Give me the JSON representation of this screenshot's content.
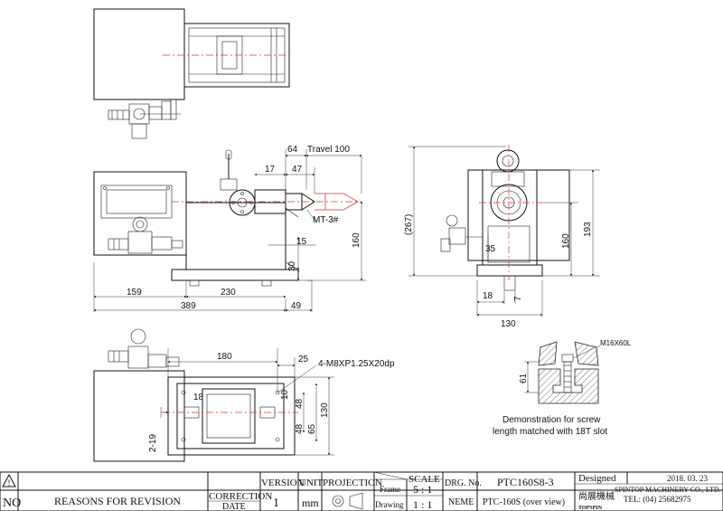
{
  "top_view": {},
  "side_view": {
    "dims": {
      "d64": "64",
      "travel": "Travel 100",
      "d17": "17",
      "d47": "47",
      "d15": "15",
      "d30": "30",
      "d159": "159",
      "d230": "230",
      "d389": "389",
      "d49": "49",
      "d160": "160"
    },
    "taper_label": "MT-3#"
  },
  "end_view": {
    "dims": {
      "d267": "(267)",
      "d160": "160",
      "d193": "193",
      "d18": "18",
      "d7": "7",
      "d130": "130",
      "d35": "35"
    }
  },
  "plan_view": {
    "dims": {
      "d180": "180",
      "d25": "25",
      "d18": "18",
      "d10": "10",
      "d48a": "48",
      "d48b": "48",
      "d65": "65",
      "d130": "130",
      "d2_19": "2-19"
    },
    "hole_label": "4-M8XP1.25X20dp"
  },
  "detail_view": {
    "screw_label": "M16X60L",
    "d61": "61",
    "caption_line1": "Demonstration for screw",
    "caption_line2": "length matched with 18T slot"
  },
  "title_block": {
    "no_label": "NO",
    "reasons_label": "REASONS FOR REVISION",
    "correction_label": "CORRECTION",
    "date_label": "DATE",
    "version_header": "VERSION",
    "version_value": "1",
    "unit_header": "UNIT",
    "unit_value": "mm",
    "projection_header": "PROJECTION",
    "scale_header": "SCALE",
    "frame_label": "Frame",
    "frame_value": "5 : 1",
    "drawing_label": "Drawing",
    "drawing_value": "1 : 1",
    "drg_no_label": "DRG. No.",
    "drg_no_value": "PTC160S8-3",
    "name_label": "NEME",
    "name_value": "PTC-160S (over view)",
    "designed_label": "Designed",
    "date_value": "2018. 03. 23",
    "company": "SPINTOP MACHINERY CO., LTD.",
    "tel": "TEL: (04) 25682975",
    "company_cn": "尚展機械",
    "brand": "TOPSPIN"
  }
}
